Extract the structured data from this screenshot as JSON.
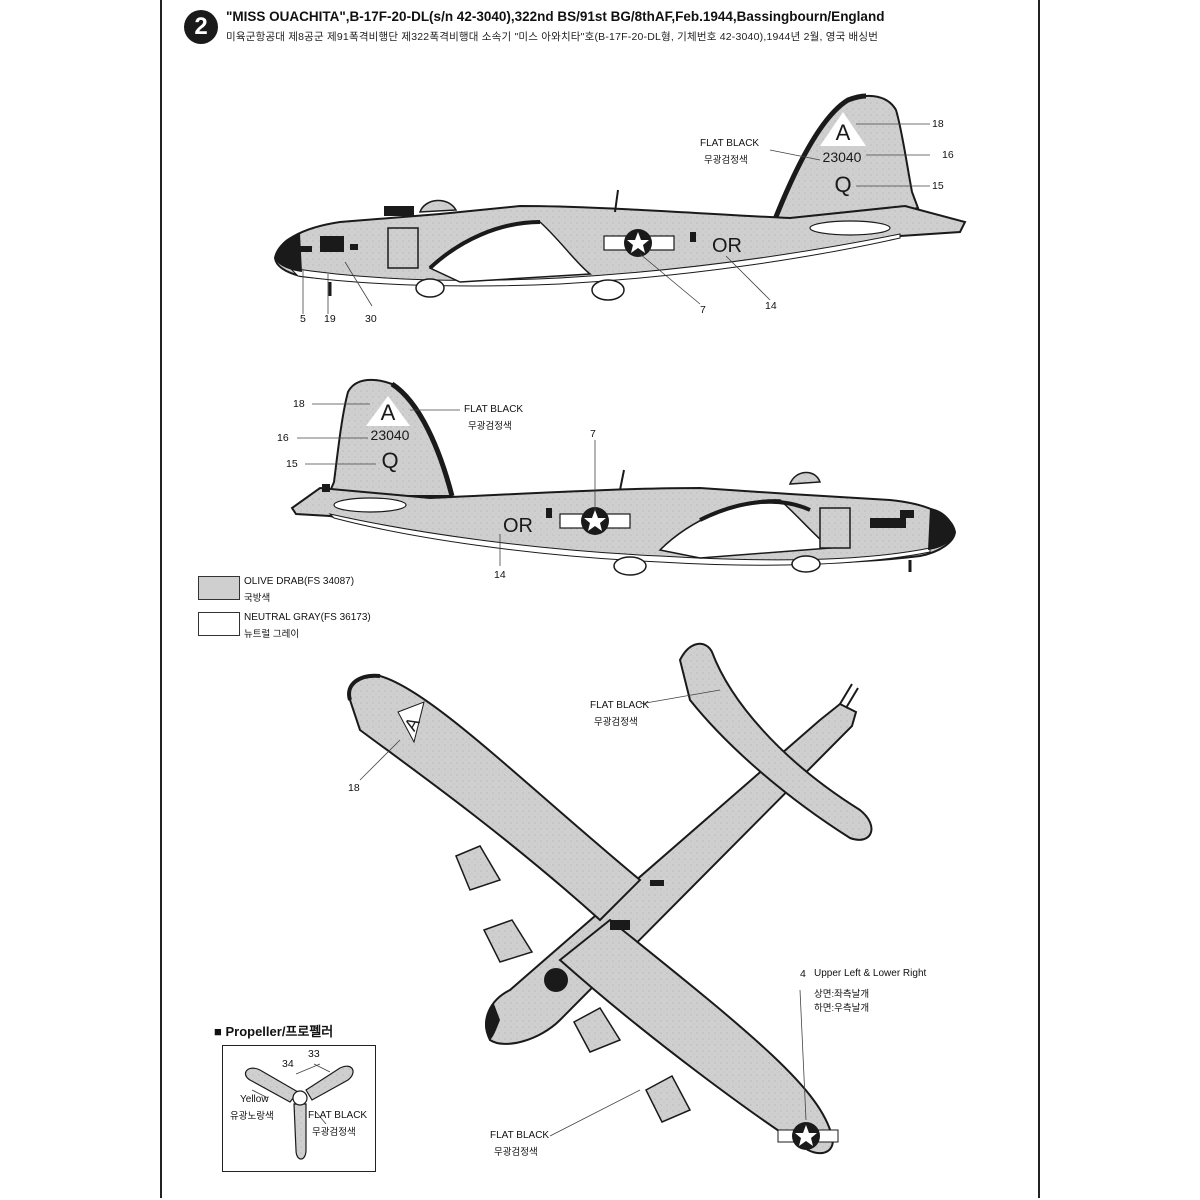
{
  "step": {
    "number": "2"
  },
  "title": {
    "english": "\"MISS OUACHITA\",B-17F-20-DL(s/n 42-3040),322nd BS/91st BG/8thAF,Feb.1944,Bassingbourn/England",
    "korean": "미육군항공대 제8공군 제91폭격비행단 제322폭격비행대 소속기 \"미스 아와치타\"호(B-17F-20-DL형, 기체번호 42-3040),1944년 2월, 영국 배싱번"
  },
  "colors": {
    "olive_drab": "#cfcfcf",
    "neutral_gray": "#ffffff",
    "flat_black": "#1a1a1a"
  },
  "markings": {
    "tail_letter": "A",
    "serial": "23040",
    "tail_code": "Q",
    "squadron_code": "OR",
    "upper_wing_letter": "A"
  },
  "callouts": {
    "flat_black_en": "FLAT BLACK",
    "flat_black_ko": "무광검정색",
    "c18": "18",
    "c16": "16",
    "c15": "15",
    "c7": "7",
    "c14": "14",
    "c5": "5",
    "c19": "19",
    "c30": "30",
    "c4": "4",
    "upper_left_lower_right": "Upper Left & Lower Right",
    "upper_left_ko": "상면:좌측날개",
    "lower_right_ko": "하면:우측날개"
  },
  "legend": {
    "olive_drab_label": "OLIVE DRAB(FS 34087)",
    "olive_drab_ko": "국방색",
    "neutral_gray_label": "NEUTRAL GRAY(FS 36173)",
    "neutral_gray_ko": "뉴트럴 그레이"
  },
  "propeller": {
    "heading": "■ Propeller/프로펠러",
    "c34": "34",
    "c33": "33",
    "yellow_en": "Yellow",
    "yellow_ko": "유광노랑색",
    "flat_black_en": "FLAT BLACK",
    "flat_black_ko": "무광검정색"
  }
}
